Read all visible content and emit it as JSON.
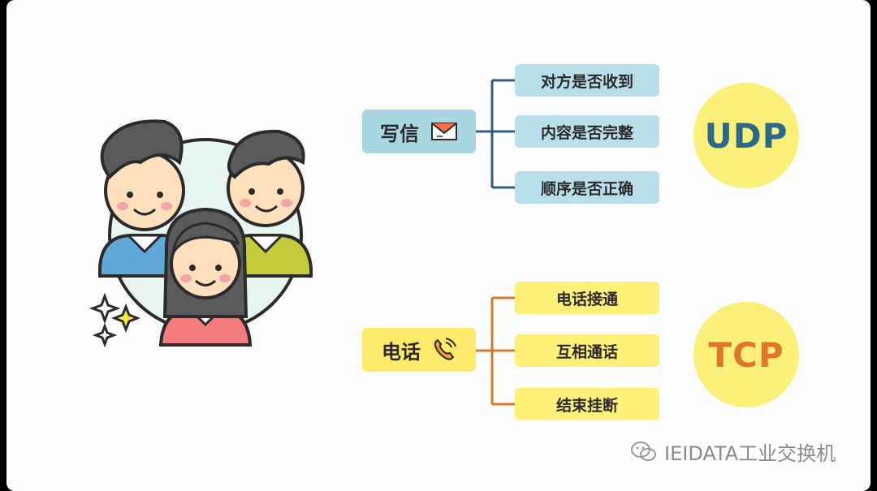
{
  "udp": {
    "title": "写信",
    "icon": "envelope-icon",
    "items": [
      "对方是否收到",
      "内容是否完整",
      "顺序是否正确"
    ],
    "badge": "UDP",
    "colors": {
      "node": "#a9d7e1",
      "leaf": "#b9e0ea",
      "line": "#2e5f7e",
      "badge_text": "#2a6a88"
    }
  },
  "tcp": {
    "title": "电话",
    "icon": "phone-icon",
    "items": [
      "电话接通",
      "互相通话",
      "结束挂断"
    ],
    "badge": "TCP",
    "colors": {
      "node": "#ffea6b",
      "leaf": "#fff07a",
      "line": "#d57a2a",
      "badge_text": "#e0762a"
    }
  },
  "illustration": {
    "description_icon": "people-group-icon",
    "sparkle_icon": "sparkle-icon"
  },
  "watermark": {
    "text": "IEIDATA工业交换机",
    "icon": "wechat-icon"
  }
}
